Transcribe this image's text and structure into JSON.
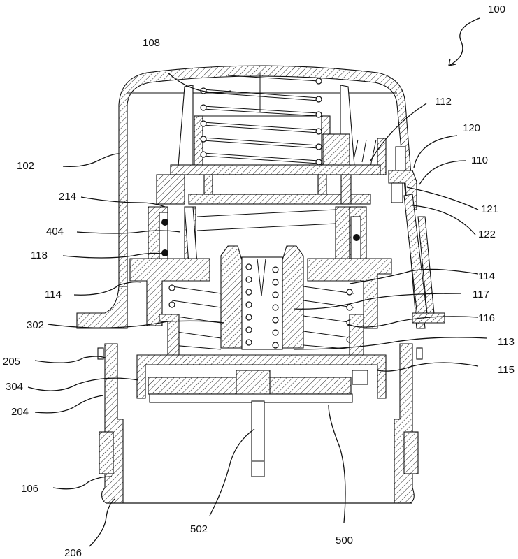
{
  "figure": {
    "type": "patent cross-section drawing",
    "reference_numerals": [
      {
        "id": "100",
        "text": "100"
      },
      {
        "id": "108",
        "text": "108"
      },
      {
        "id": "112",
        "text": "112"
      },
      {
        "id": "120",
        "text": "120"
      },
      {
        "id": "102",
        "text": "102"
      },
      {
        "id": "110",
        "text": "110"
      },
      {
        "id": "214",
        "text": "214"
      },
      {
        "id": "121",
        "text": "121"
      },
      {
        "id": "122",
        "text": "122"
      },
      {
        "id": "404",
        "text": "404"
      },
      {
        "id": "118",
        "text": "118"
      },
      {
        "id": "114a",
        "text": "114"
      },
      {
        "id": "114b",
        "text": "114"
      },
      {
        "id": "117",
        "text": "117"
      },
      {
        "id": "302",
        "text": "302"
      },
      {
        "id": "116",
        "text": "116"
      },
      {
        "id": "113",
        "text": "113"
      },
      {
        "id": "205",
        "text": "205"
      },
      {
        "id": "115",
        "text": "115"
      },
      {
        "id": "304",
        "text": "304"
      },
      {
        "id": "204",
        "text": "204"
      },
      {
        "id": "106",
        "text": "106"
      },
      {
        "id": "502",
        "text": "502"
      },
      {
        "id": "500",
        "text": "500"
      },
      {
        "id": "206",
        "text": "206"
      }
    ]
  }
}
